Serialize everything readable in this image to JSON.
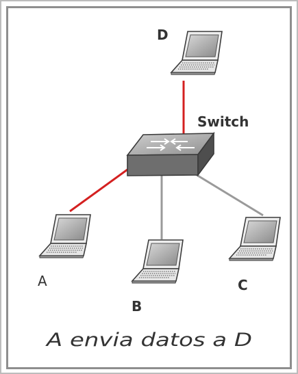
{
  "diagram": {
    "switch_label": "Switch",
    "nodes": {
      "d": {
        "label": "D"
      },
      "a": {
        "label": "A"
      },
      "b": {
        "label": "B"
      },
      "c": {
        "label": "C"
      }
    },
    "caption": "A envia datos a D",
    "colors": {
      "active_link": "#d42020",
      "inactive_link": "#9a9a9a",
      "switch_top": "#b9b9b9",
      "switch_body": "#6e6e6e",
      "laptop_body": "#e3e3e3",
      "laptop_screen": "#b8b8b8"
    },
    "icons": [
      "switch-icon",
      "laptop-icon"
    ]
  }
}
